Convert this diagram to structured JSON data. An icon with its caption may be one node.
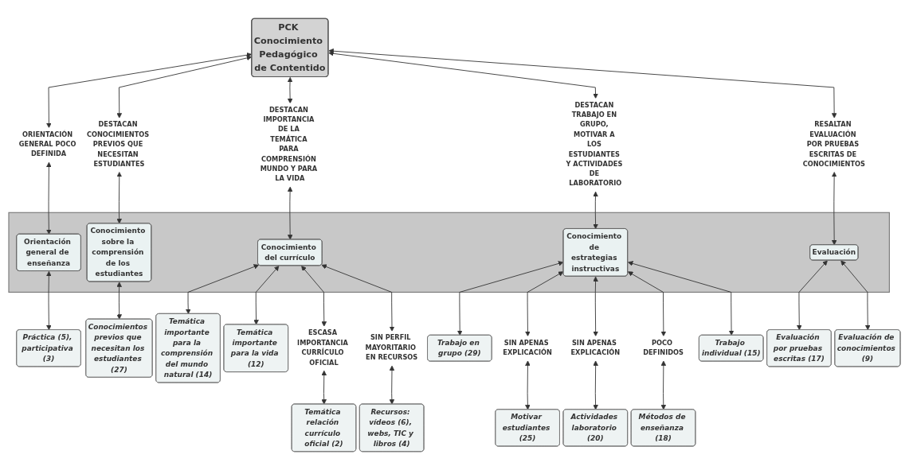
{
  "diagram": {
    "nodes": [
      {
        "text": [
          "PCK Conocimiento Pedagógico de Contentido"
        ]
      },
      {
        "text": [
          "ORIENTACIÓN GENERAL POCO DEFINIDA"
        ]
      },
      {
        "text": [
          "DESTACAN CONOCIMIENTOS PREVIOS QUE NECESITAN ESTUDIANTES"
        ]
      },
      {
        "text": [
          "DESTACAN IMPORTANCIA DE LA TEMÁTICA PARA COMPRENSIÓN MUNDO Y PARA LA VIDA"
        ]
      },
      {
        "text": [
          "DESTACAN TRABAJO EN GRUPO, MOTIVAR A LOS ESTUDIANTES Y ACTIVIDADES DE LABORATORIO"
        ]
      },
      {
        "text": [
          "RESALTAN EVALUACIÓN POR PRUEBAS ESCRITAS DE CONOCIMIENTOS"
        ]
      },
      {
        "text": [],
        "shape": "box"
      },
      {
        "text": [
          "Orientación general de enseñanza"
        ],
        "in": 6
      },
      {
        "text": [
          "Conocimiento sobre la comprensión de los estudiantes"
        ],
        "in": 6
      },
      {
        "text": [
          "Conocimiento del currículo"
        ],
        "in": 6
      },
      {
        "text": [
          "Conocimiento de estrategias instructivas"
        ],
        "in": 6
      },
      {
        "text": [
          "Evaluación"
        ],
        "in": 6
      },
      {
        "text": [
          "ESCASA IMPORTANCIA CURRÍCULO OFICIAL"
        ]
      },
      {
        "text": [
          "SIN PERFIL MAYORITARIO EN RECURSOS"
        ]
      },
      {
        "text": [
          "SIN APENAS EXPLICACIÓN"
        ]
      },
      {
        "text": [
          "SIN APENAS EXPLICACIÓN"
        ]
      },
      {
        "text": [
          "POCO DEFINIDOS"
        ]
      },
      {
        "text": [
          "Práctica (5), participativa (3)"
        ]
      },
      {
        "text": [
          "Conocimientos previos que necesitan los estudiantes (27)"
        ]
      },
      {
        "text": [
          "Temática importante para la comprensión del mundo natural (14)"
        ]
      },
      {
        "text": [
          "Temática importante para la vida (12)"
        ]
      },
      {
        "text": [
          "Temática relación currículo oficial (2)"
        ]
      },
      {
        "text": [
          "Recursos: vídeos (6), webs, TIC y libros (4)"
        ]
      },
      {
        "text": [
          "Trabajo en grupo (29)"
        ]
      },
      {
        "text": [
          "Motivar estudiantes (25)"
        ]
      },
      {
        "text": [
          "Actividades laboratorio (20)"
        ]
      },
      {
        "text": [
          "Métodos de enseñanza (18)"
        ]
      },
      {
        "text": [
          "Trabajo individual (15)"
        ]
      },
      {
        "text": [
          "Evaluación por pruebas escritas (17)"
        ]
      },
      {
        "text": [
          "Evaluación de conocimientos (9)"
        ]
      }
    ],
    "edges": [
      {
        "from": 0,
        "to": 1,
        "arrow": "both"
      },
      {
        "from": 0,
        "to": 2,
        "arrow": "both"
      },
      {
        "from": 0,
        "to": 3,
        "arrow": "both"
      },
      {
        "from": 0,
        "to": 4,
        "arrow": "both"
      },
      {
        "from": 0,
        "to": 5,
        "arrow": "both"
      },
      {
        "from": 1,
        "to": 7,
        "arrow": "both"
      },
      {
        "from": 2,
        "to": 8,
        "arrow": "both"
      },
      {
        "from": 3,
        "to": 9,
        "arrow": "both"
      },
      {
        "from": 4,
        "to": 10,
        "arrow": "both"
      },
      {
        "from": 5,
        "to": 11,
        "arrow": "both"
      },
      {
        "from": 7,
        "to": 17,
        "arrow": "both"
      },
      {
        "from": 8,
        "to": 18,
        "arrow": "both"
      },
      {
        "from": 9,
        "to": 19,
        "arrow": "both"
      },
      {
        "from": 9,
        "to": 20,
        "arrow": "both"
      },
      {
        "from": 9,
        "to": 12,
        "arrow": "both"
      },
      {
        "from": 12,
        "to": 21,
        "arrow": "both"
      },
      {
        "from": 9,
        "to": 13,
        "arrow": "both"
      },
      {
        "from": 13,
        "to": 22,
        "arrow": "both"
      },
      {
        "from": 10,
        "to": 23,
        "arrow": "both"
      },
      {
        "from": 10,
        "to": 14,
        "arrow": "both"
      },
      {
        "from": 14,
        "to": 24,
        "arrow": "both"
      },
      {
        "from": 10,
        "to": 15,
        "arrow": "both"
      },
      {
        "from": 15,
        "to": 25,
        "arrow": "both"
      },
      {
        "from": 10,
        "to": 16,
        "arrow": "both"
      },
      {
        "from": 16,
        "to": 26,
        "arrow": "both"
      },
      {
        "from": 10,
        "to": 27,
        "arrow": "both"
      },
      {
        "from": 11,
        "to": 28,
        "arrow": "both"
      },
      {
        "from": 11,
        "to": 29,
        "arrow": "both"
      }
    ]
  }
}
